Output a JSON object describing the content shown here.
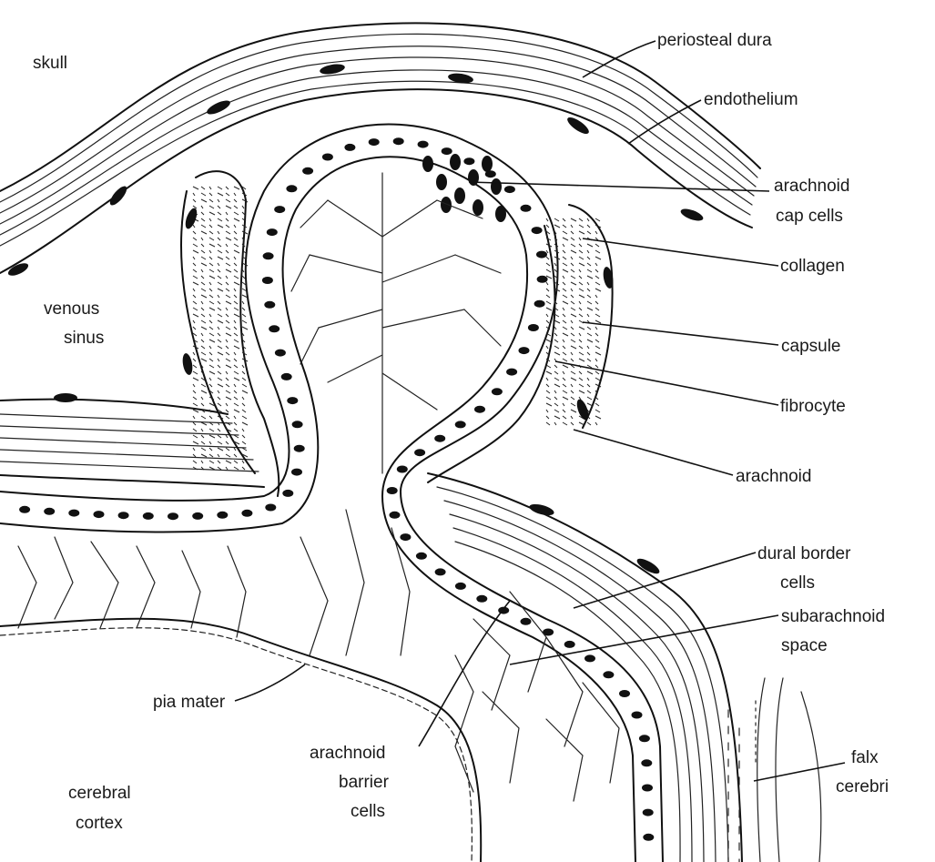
{
  "labels": {
    "skull": "skull",
    "periosteal_dura": "periosteal dura",
    "endothelium": "endothelium",
    "arachnoid_cap_cells_1": "arachnoid",
    "arachnoid_cap_cells_2": "cap cells",
    "collagen": "collagen",
    "venous_sinus_1": "venous",
    "venous_sinus_2": "sinus",
    "capsule": "capsule",
    "fibrocyte": "fibrocyte",
    "arachnoid": "arachnoid",
    "dural_border_cells_1": "dural border",
    "dural_border_cells_2": "cells",
    "subarachnoid_space_1": "subarachnoid",
    "subarachnoid_space_2": "space",
    "pia_mater": "pia mater",
    "arachnoid_barrier_cells_1": "arachnoid",
    "arachnoid_barrier_cells_2": "barrier",
    "arachnoid_barrier_cells_3": "cells",
    "falx_cerebri_1": "falx",
    "falx_cerebri_2": "cerebri",
    "cerebral_cortex_1": "cerebral",
    "cerebral_cortex_2": "cortex"
  }
}
